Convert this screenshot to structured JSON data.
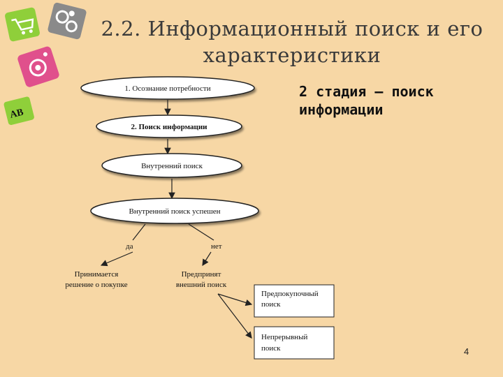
{
  "slide": {
    "title_line1": "2.2. Информационный поиск и его",
    "title_line2": "характеристики",
    "subtitle_line1": "2 стадия – поиск",
    "subtitle_line2": "информации",
    "page_number": "4"
  },
  "diagram": {
    "nodes": {
      "awareness": "1. Осознание потребности",
      "search": "2. Поиск информации",
      "internal_search": "Внутренний поиск",
      "internal_success": "Внутренний поиск успешен",
      "yes": "да",
      "no": "нет",
      "decision_line1": "Принимается",
      "decision_line2": "решение о покупке",
      "external_line1": "Предпринят",
      "external_line2": "внешний поиск",
      "prepurchase_line1": "Предпокупочный",
      "prepurchase_line2": "поиск",
      "continuous_line1": "Непрерывный",
      "continuous_line2": "поиск"
    }
  },
  "colors": {
    "background": "#f7d7a5",
    "icon_green": "#8fcf3a",
    "icon_gray": "#8a8a8a",
    "icon_pink": "#e0508c"
  },
  "icons": [
    "shopping-cart-icon",
    "gears-icon",
    "camera-icon",
    "abc-letters-icon"
  ]
}
